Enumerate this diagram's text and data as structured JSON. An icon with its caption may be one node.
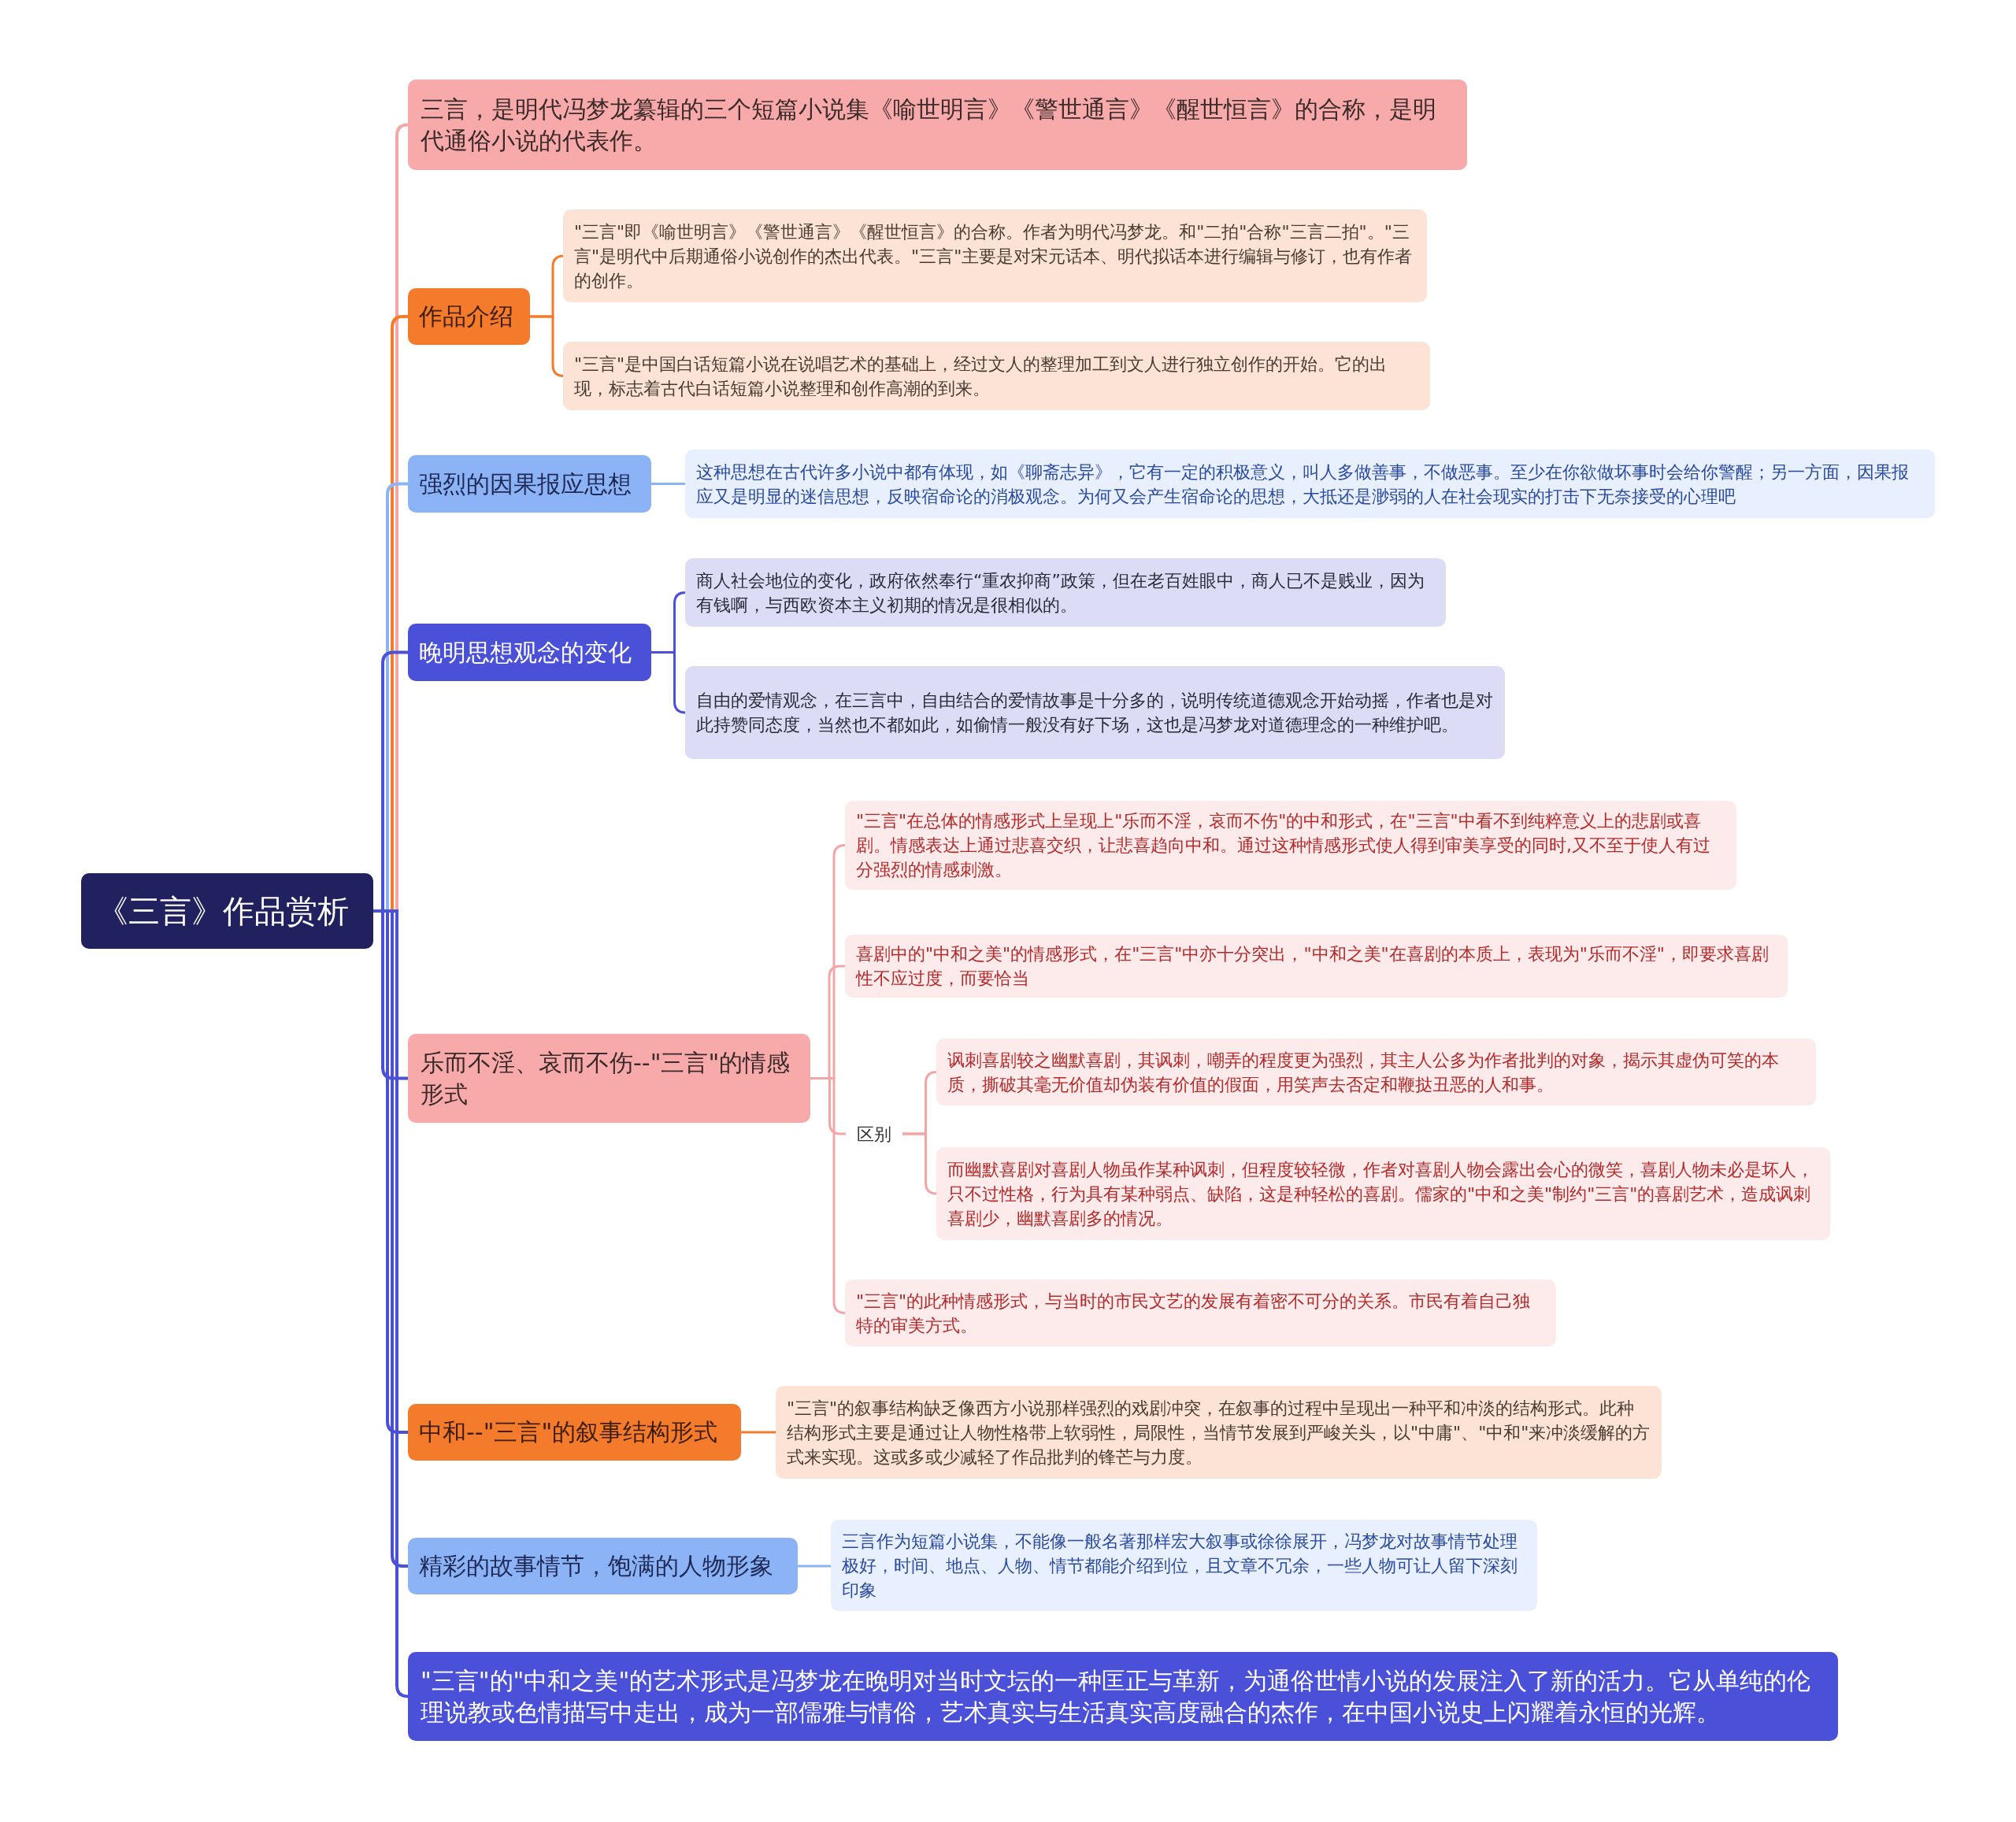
{
  "diagram": {
    "nodes": [
      {
        "text": [
          "《三言》作品赏析"
        ]
      },
      {
        "text": [
          "三言，是明代冯梦龙纂辑的三个短篇小说集《喻世明言》《警世通言》《醒世恒言》的合称，是明代通俗小说的代表作。"
        ]
      },
      {
        "text": [
          "作品介绍"
        ]
      },
      {
        "text": [
          "\"三言\"即《喻世明言》《警世通言》《醒世恒言》的合称。作者为明代冯梦龙。和\"二拍\"合称\"三言二拍\"。\"三言\"是明代中后期通俗小说创作的杰出代表。\"三言\"主要是对宋元话本、明代拟话本进行编辑与修订，也有作者的创作。"
        ]
      },
      {
        "text": [
          "\"三言\"是中国白话短篇小说在说唱艺术的基础上，经过文人的整理加工到文人进行独立创作的开始。它的出现，标志着古代白话短篇小说整理和创作高潮的到来。"
        ]
      },
      {
        "text": [
          "强烈的因果报应思想"
        ]
      },
      {
        "text": [
          "这种思想在古代许多小说中都有体现，如《聊斋志异》，它有一定的积极意义，叫人多做善事，不做恶事。至少在你欲做坏事时会给你警醒；另一方面，因果报应又是明显的迷信思想，反映宿命论的消极观念。为何又会产生宿命论的思想，大抵还是渺弱的人在社会现实的打击下无奈接受的心理吧"
        ]
      },
      {
        "text": [
          "晚明思想观念的变化"
        ]
      },
      {
        "text": [
          "商人社会地位的变化，政府依然奉行“重农抑商”政策，但在老百姓眼中，商人已不是贱业，因为有钱啊，与西欧资本主义初期的情况是很相似的。"
        ]
      },
      {
        "text": [
          "自由的爱情观念，在三言中，自由结合的爱情故事是十分多的，说明传统道德观念开始动摇，作者也是对此持赞同态度，当然也不都如此，如偷情一般没有好下场，这也是冯梦龙对道德理念的一种维护吧。"
        ]
      },
      {
        "text": [
          "乐而不淫、哀而不伤--\"三言\"的情感形式"
        ]
      },
      {
        "text": [
          "\"三言\"在总体的情感形式上呈现上\"乐而不淫，哀而不伤\"的中和形式，在\"三言\"中看不到纯粹意义上的悲剧或喜剧。情感表达上通过悲喜交织，让悲喜趋向中和。通过这种情感形式使人得到审美享受的同时,又不至于使人有过分强烈的情感刺激。"
        ]
      },
      {
        "text": [
          "喜剧中的\"中和之美\"的情感形式，在\"三言\"中亦十分突出，\"中和之美\"在喜剧的本质上，表现为\"乐而不淫\"，即要求喜剧性不应过度，而要恰当"
        ]
      },
      {
        "text": [
          "区别"
        ]
      },
      {
        "text": [
          "讽刺喜剧较之幽默喜剧，其讽刺，嘲弄的程度更为强烈，其主人公多为作者批判的对象，揭示其虚伪可笑的本质，撕破其毫无价值却伪装有价值的假面，用笑声去否定和鞭挞丑恶的人和事。"
        ]
      },
      {
        "text": [
          "而幽默喜剧对喜剧人物虽作某种讽刺，但程度较轻微，作者对喜剧人物会露出会心的微笑，喜剧人物未必是坏人，只不过性格，行为具有某种弱点、缺陷，这是种轻松的喜剧。儒家的\"中和之美\"制约\"三言\"的喜剧艺术，造成讽刺喜剧少，幽默喜剧多的情况。"
        ]
      },
      {
        "text": [
          "\"三言\"的此种情感形式，与当时的市民文艺的发展有着密不可分的关系。市民有着自己独特的审美方式。"
        ]
      },
      {
        "text": [
          "中和--\"三言\"的叙事结构形式"
        ]
      },
      {
        "text": [
          "\"三言\"的叙事结构缺乏像西方小说那样强烈的戏剧冲突，在叙事的过程中呈现出一种平和冲淡的结构形式。此种结构形式主要是通过让人物性格带上软弱性，局限性，当情节发展到严峻关头，以\"中庸\"、\"中和\"来冲淡缓解的方式来实现。这或多或少减轻了作品批判的锋芒与力度。"
        ]
      },
      {
        "text": [
          "精彩的故事情节，饱满的人物形象"
        ]
      },
      {
        "text": [
          "三言作为短篇小说集，不能像一般名著那样宏大叙事或徐徐展开，冯梦龙对故事情节处理极好，时间、地点、人物、情节都能介绍到位，且文章不冗余，一些人物可让人留下深刻印象"
        ]
      },
      {
        "text": [
          "\"三言\"的\"中和之美\"的艺术形式是冯梦龙在晚明对当时文坛的一种匡正与革新，为通俗世情小说的发展注入了新的活力。它从单纯的伦理说教或色情描写中走出，成为一部儒雅与情俗，艺术真实与生活真实高度融合的杰作，在中国小说史上闪耀着永恒的光辉。"
        ]
      }
    ],
    "edges": [
      {
        "from": 0,
        "to": 1,
        "arrow": "none",
        "color": "#f4a5a5"
      },
      {
        "from": 0,
        "to": 2,
        "arrow": "none",
        "color": "#f47a2c"
      },
      {
        "from": 2,
        "to": 3,
        "arrow": "none",
        "color": "#f47a2c"
      },
      {
        "from": 2,
        "to": 4,
        "arrow": "none",
        "color": "#f47a2c"
      },
      {
        "from": 0,
        "to": 5,
        "arrow": "none",
        "color": "#8db3f7"
      },
      {
        "from": 5,
        "to": 6,
        "arrow": "none",
        "color": "#8db3f7"
      },
      {
        "from": 0,
        "to": 7,
        "arrow": "none",
        "color": "#4a50d8"
      },
      {
        "from": 7,
        "to": 8,
        "arrow": "none",
        "color": "#4a50d8"
      },
      {
        "from": 7,
        "to": 9,
        "arrow": "none",
        "color": "#4a50d8"
      },
      {
        "from": 0,
        "to": 10,
        "arrow": "none",
        "color": "#4a50d8"
      },
      {
        "from": 10,
        "to": 11,
        "arrow": "none",
        "color": "#f4a5a5"
      },
      {
        "from": 10,
        "to": 12,
        "arrow": "none",
        "color": "#f4a5a5"
      },
      {
        "from": 10,
        "to": 13,
        "arrow": "none",
        "color": "#f4a5a5"
      },
      {
        "from": 13,
        "to": 14,
        "arrow": "none",
        "color": "#f4a5a5"
      },
      {
        "from": 13,
        "to": 15,
        "arrow": "none",
        "color": "#f4a5a5"
      },
      {
        "from": 10,
        "to": 16,
        "arrow": "none",
        "color": "#f4a5a5"
      },
      {
        "from": 0,
        "to": 17,
        "arrow": "none",
        "color": "#4a50d8"
      },
      {
        "from": 17,
        "to": 18,
        "arrow": "none",
        "color": "#f47a2c"
      },
      {
        "from": 0,
        "to": 19,
        "arrow": "none",
        "color": "#4a50d8"
      },
      {
        "from": 19,
        "to": 20,
        "arrow": "none",
        "color": "#8db3f7"
      },
      {
        "from": 0,
        "to": 21,
        "arrow": "none",
        "color": "#4a50d8"
      }
    ]
  }
}
